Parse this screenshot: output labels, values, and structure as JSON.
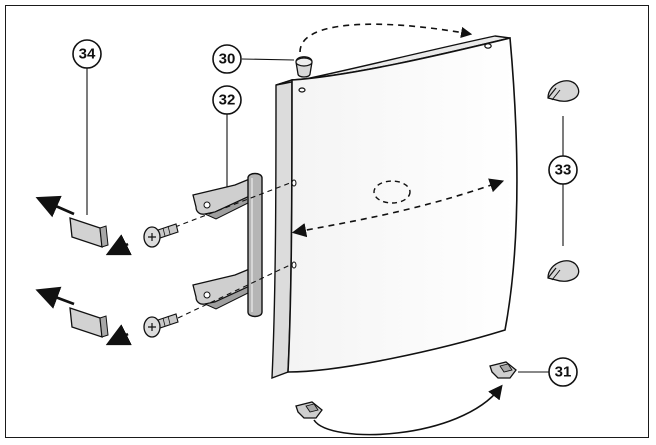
{
  "callouts": {
    "door_stop": "30",
    "hinge_pin": "31",
    "door_handle": "32",
    "cover_caps": "33",
    "hole_covers": "34"
  }
}
